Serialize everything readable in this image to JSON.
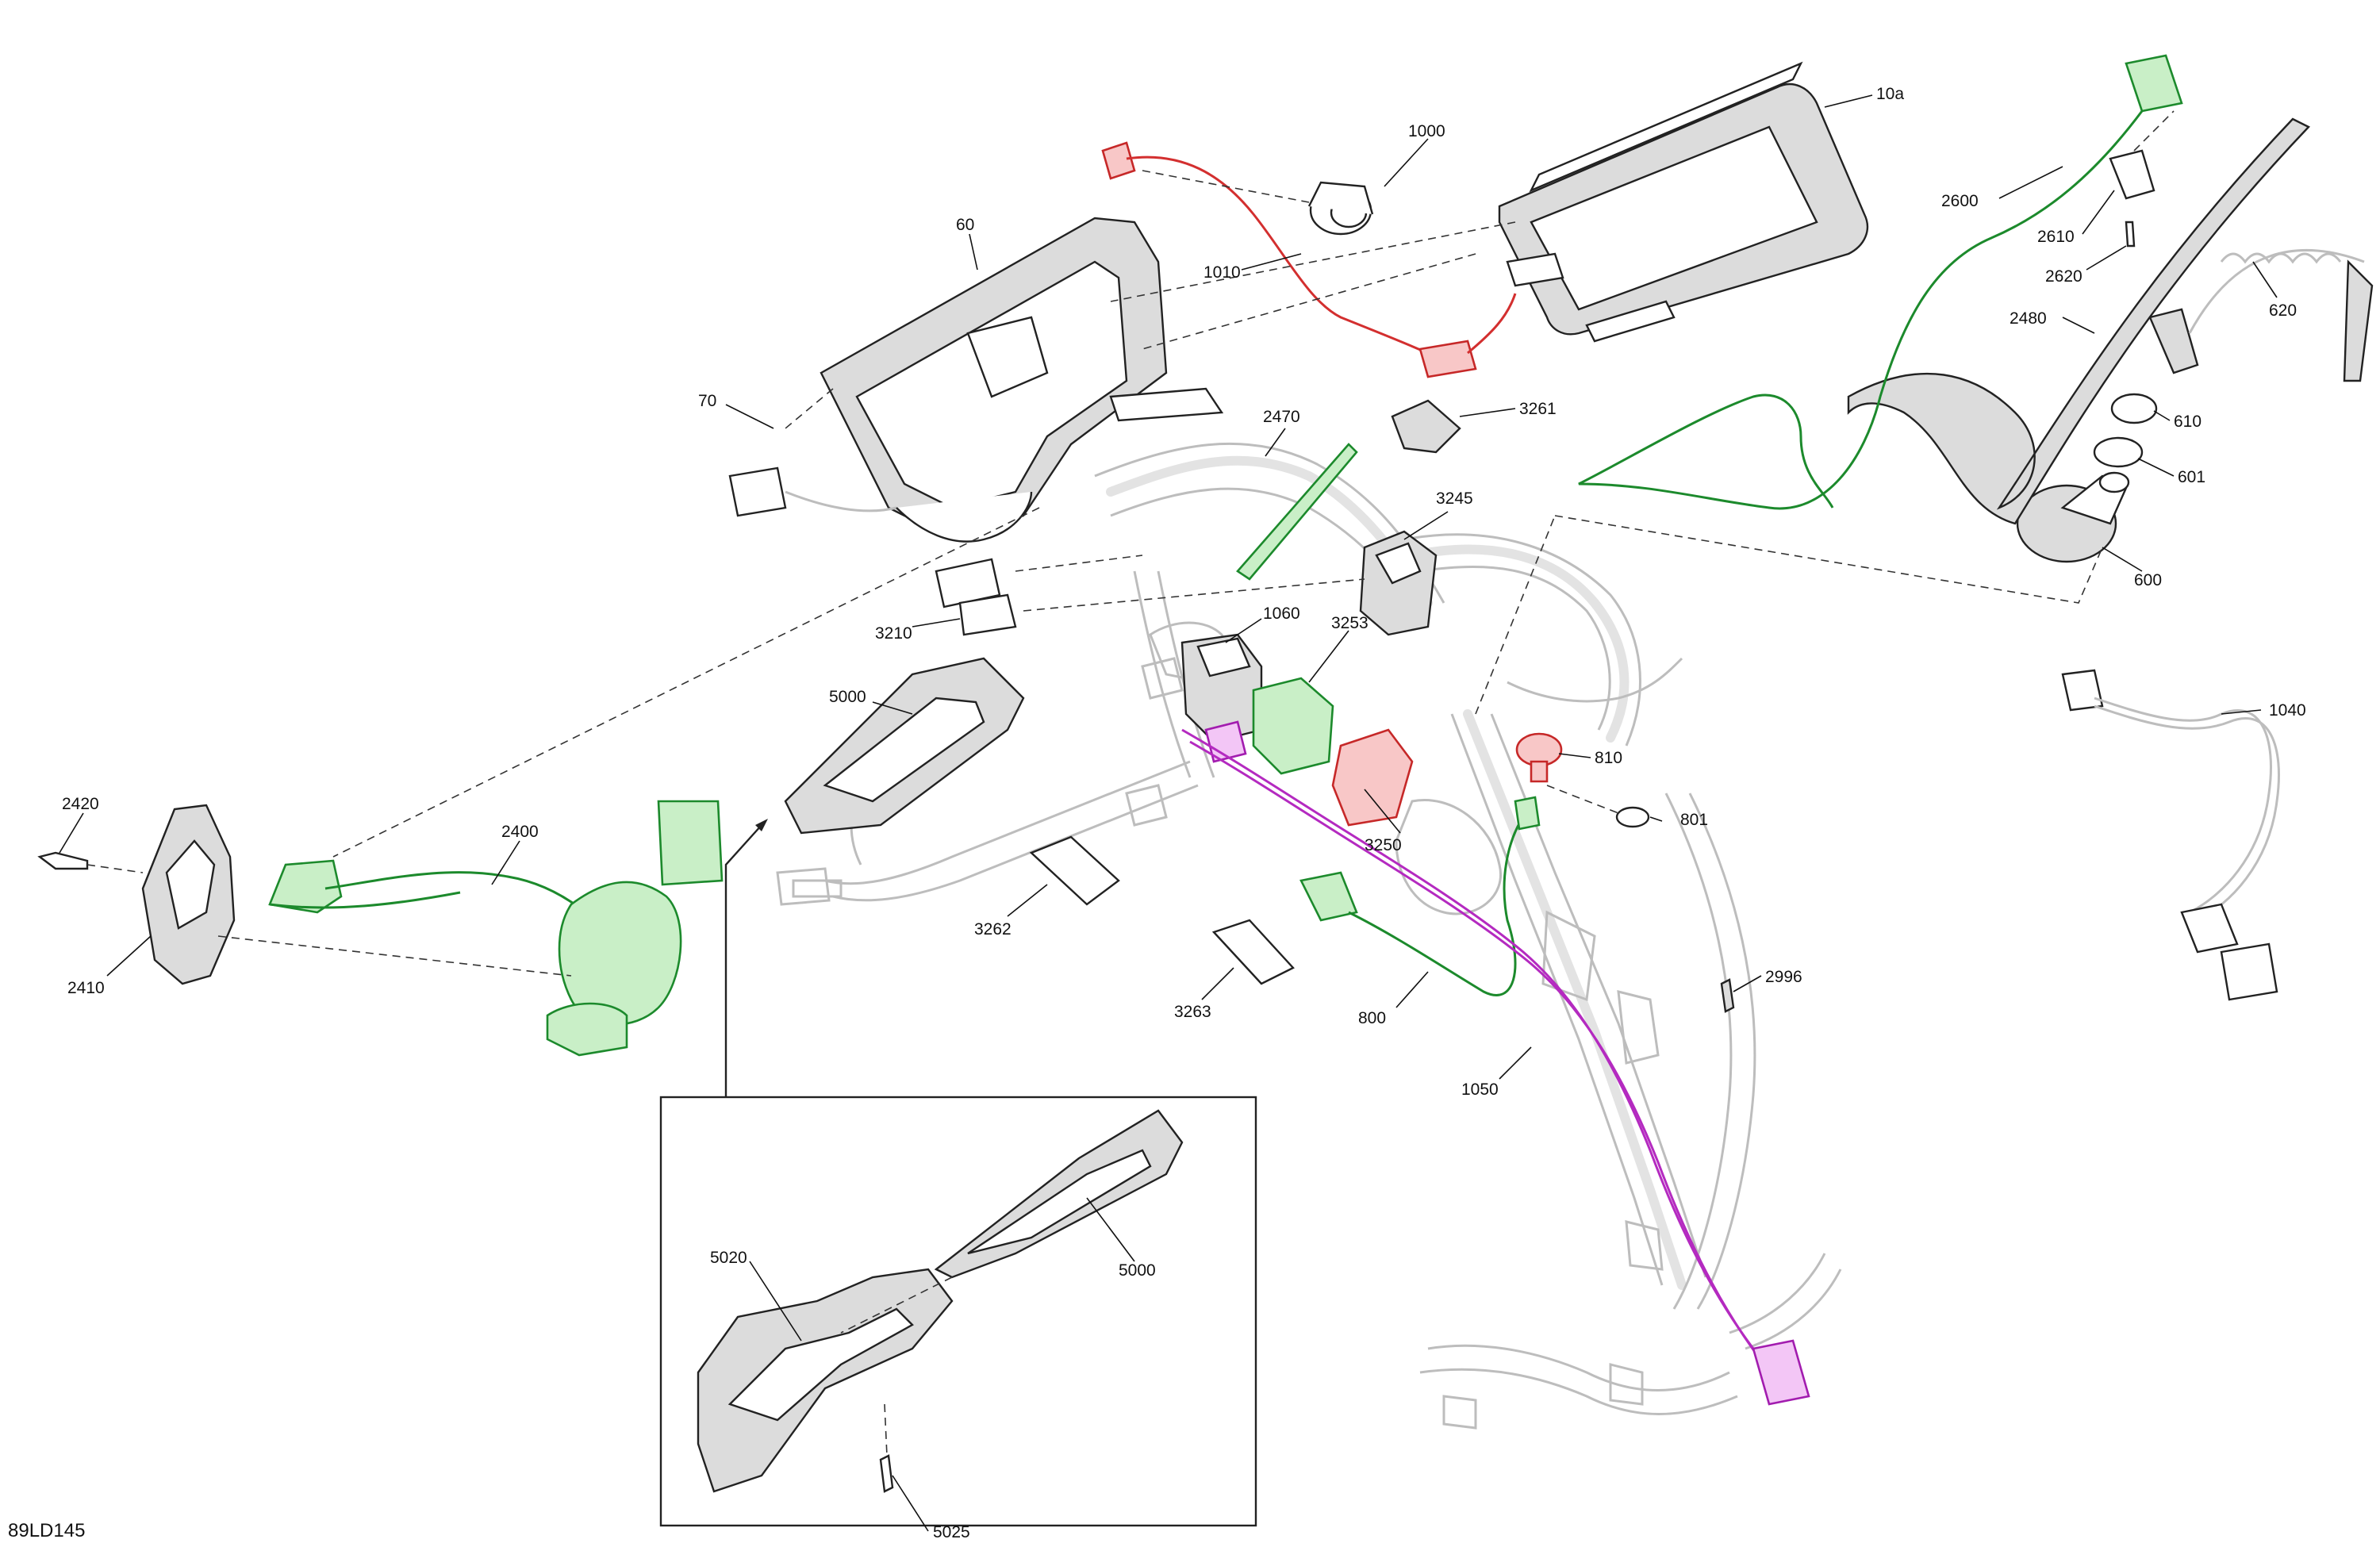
{
  "diagram_code": "89LD145",
  "callouts": {
    "c10a": "10a",
    "c1000": "1000",
    "c1010": "1010",
    "c60": "60",
    "c70": "70",
    "c2470": "2470",
    "c3261": "3261",
    "c3245": "3245",
    "c3210": "3210",
    "c1060": "1060",
    "c3253": "3253",
    "c5000": "5000",
    "c2420": "2420",
    "c2400": "2400",
    "c2410": "2410",
    "c3262": "3262",
    "c3263": "3263",
    "c3250": "3250",
    "c810": "810",
    "c801": "801",
    "c800": "800",
    "c2996": "2996",
    "c1050": "1050",
    "c2600": "2600",
    "c2610": "2610",
    "c2620": "2620",
    "c2480": "2480",
    "c620": "620",
    "c610": "610",
    "c601": "601",
    "c600": "600",
    "c1040": "1040",
    "c5020": "5020",
    "c5000_inset": "5000",
    "c5025": "5025"
  },
  "colors": {
    "green_parts": "#1c8a2c",
    "red_parts": "#d32f2f",
    "magenta_parts": "#b42ac0",
    "frame": "#bdbdbd"
  }
}
